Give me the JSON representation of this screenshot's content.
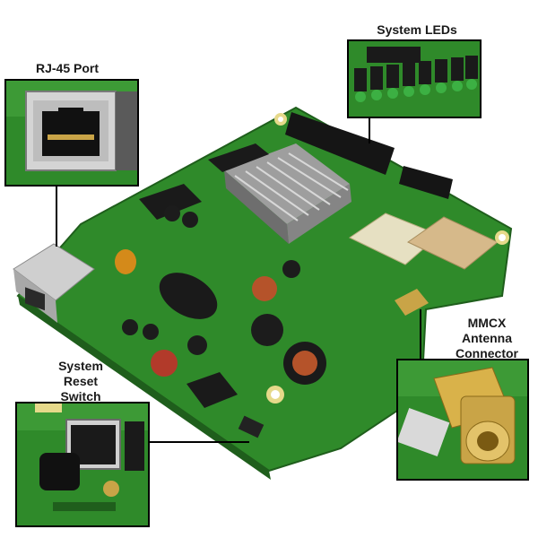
{
  "labels": {
    "rj45": "RJ-45 Port",
    "leds": "System LEDs",
    "mmcx_line1": "MMCX",
    "mmcx_line2": "Antenna",
    "mmcx_line3": "Connector",
    "reset_line1": "System",
    "reset_line2": "Reset",
    "reset_line3": "Switch"
  },
  "colors": {
    "pcb": "#2f8a2a",
    "pcb_dark": "#1f5e1c",
    "heatsink": "#b8b8b8",
    "shield": "#d8cfa8",
    "gold": "#c9a447",
    "led": "#3cb043"
  }
}
